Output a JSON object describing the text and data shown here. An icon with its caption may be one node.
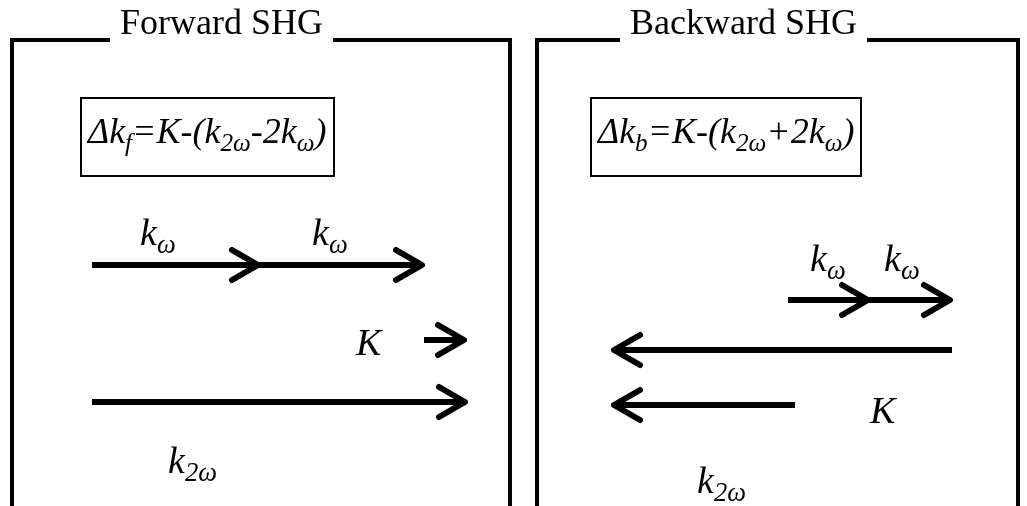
{
  "diagram": {
    "nodes": [
      {
        "text": [
          "Forward SHG"
        ]
      },
      {
        "text": [
          "Δk$_{f}$=K-(k$_{2ω}$-2k$_{ω}$)"
        ],
        "in": 0
      },
      {
        "text": [
          "Backward SHG"
        ]
      },
      {
        "text": [
          "Δk$_{b}$=K-(k$_{2ω}$+2k$_{ω}$)"
        ],
        "in": 2
      }
    ],
    "labels": [
      "k$_{ω}$",
      "k$_{ω}$",
      "K",
      "k$_{2ω}$",
      "k$_{ω}$",
      "k$_{ω}$",
      "K",
      "k$_{2ω}$"
    ]
  }
}
